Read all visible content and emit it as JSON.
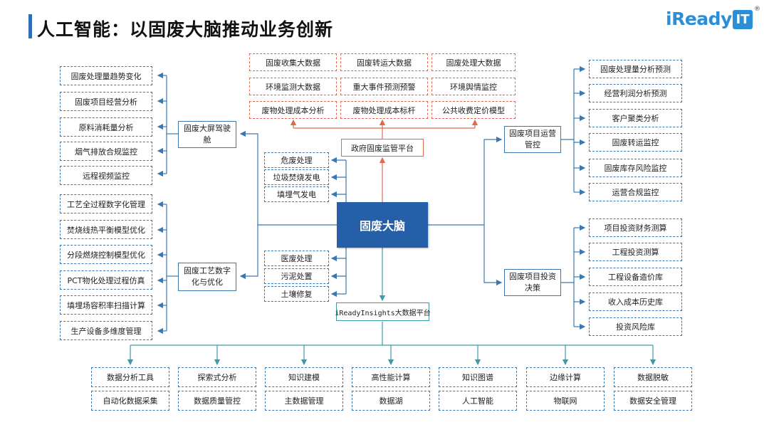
{
  "title": "人工智能：以固废大脑推动业务创新",
  "logo": {
    "text": "iReady",
    "badge": "IT",
    "mark": "®"
  },
  "hub": "固废大脑",
  "top_data": [
    "固废收集大数据",
    "固废转运大数据",
    "固废处理大数据",
    "环境监测大数据",
    "重大事件预测预警",
    "环境舆情监控",
    "废物处理成本分析",
    "废物处理成本标杆",
    "公共收费定价模型"
  ],
  "gov_platform": "政府固废监管平台",
  "left_top_items": [
    "固废处理量趋势变化",
    "固废项目经营分析",
    "原料消耗量分析",
    "烟气排放合规监控",
    "远程视频监控"
  ],
  "left_top_node": "固废大屏驾驶舱",
  "left_bottom_items": [
    "工艺全过程数字化管理",
    "焚烧线热平衡模型优化",
    "分段燃烧控制模型优化",
    "PCT物化处理过程仿真",
    "填埋场容积率扫描计算",
    "生产设备多维度管理"
  ],
  "left_bottom_node": "固废工艺数字化与优化",
  "center_upper": [
    "危废处理",
    "垃圾焚烧发电",
    "填埋气发电"
  ],
  "center_lower": [
    "医废处理",
    "污泥处置",
    "土壤修复"
  ],
  "bigdata_platform": "iReadyInsights大数据平台",
  "right_top_node": "固废项目运营管控",
  "right_top_items": [
    "固废处理量分析预测",
    "经营利润分析预测",
    "客户聚类分析",
    "固废转运监控",
    "固废库存风险监控",
    "运营合规监控"
  ],
  "right_bottom_node": "固废项目投资决策",
  "right_bottom_items": [
    "项目投资财务测算",
    "工程投资测算",
    "工程设备造价库",
    "收入成本历史库",
    "投资风险库"
  ],
  "bottom_row1": [
    "数据分析工具",
    "探索式分析",
    "知识建模",
    "高性能计算",
    "知识图谱",
    "边缘计算",
    "数据脱敏"
  ],
  "bottom_row2": [
    "自动化数据采集",
    "数据质量管控",
    "主数据管理",
    "数据湖",
    "人工智能",
    "物联网",
    "数据安全管理"
  ],
  "colors": {
    "blue": "#245fa8",
    "line_blue": "#3b78b0",
    "red": "#e06a4c",
    "teal": "#3d9aa8",
    "logo": "#2a8fd8"
  }
}
